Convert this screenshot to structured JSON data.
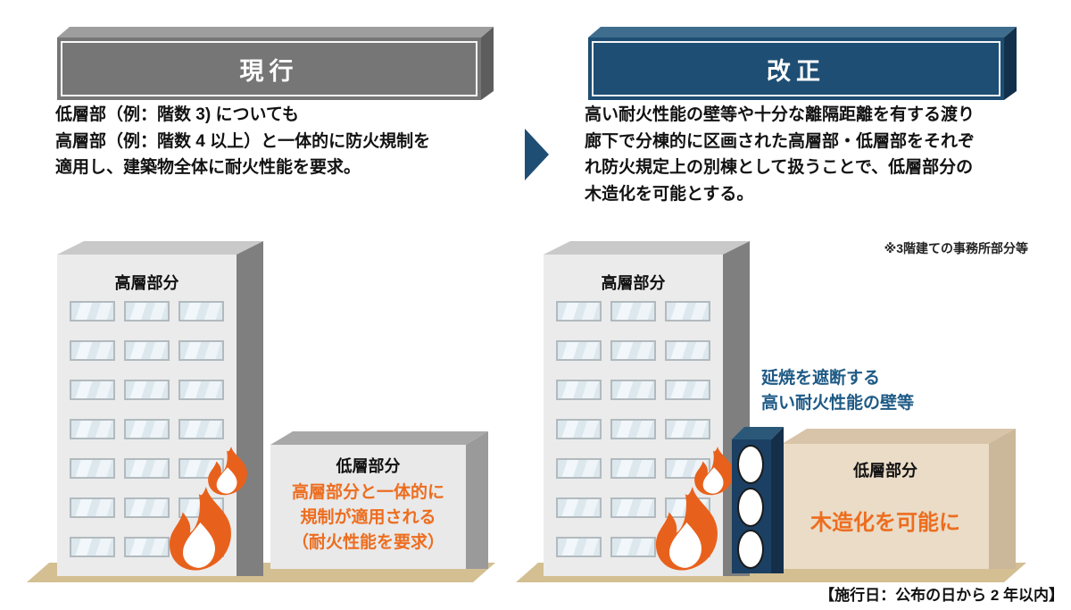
{
  "current": {
    "title": "現行",
    "description": "低層部（例：階数 3) についても\n高層部（例：階数 4 以上）と一体的に防火規制を\n適用し、建築物全体に耐火性能を要求。",
    "tall_building_label": "高層部分",
    "low_building_label": "低層部分",
    "low_building_note": "高層部分と一体的に\n規制が適用される\n（耐火性能を要求）"
  },
  "revised": {
    "title": "改正",
    "description": "高い耐火性能の壁等や十分な離隔距離を有する渡り\n廊下で分棟的に区画された高層部・低層部をそれぞ\nれ防火規定上の別棟として扱うことで、低層部分の\n木造化を可能とする。",
    "side_note": "※3階建ての事務所部分等",
    "tall_building_label": "高層部分",
    "firewall_label": "延焼を遮断する\n高い耐火性能の壁等",
    "low_building_label": "低層部分",
    "low_building_note": "木造化を可能に"
  },
  "footer": "【施行日：公布の日から 2 年以内】",
  "colors": {
    "header_current": "#767676",
    "header_revised": "#1e4e73",
    "arrow": "#1f4e74",
    "flame_orange": "#e8611c",
    "accent_orange_text": "#ed6d1f",
    "firewall_blue": "#1c4063",
    "annotation_blue": "#1e5a85",
    "ground_tan": "#d3bf92",
    "building_gray": "#ebebeb",
    "building_wood": "#eadcc7"
  }
}
